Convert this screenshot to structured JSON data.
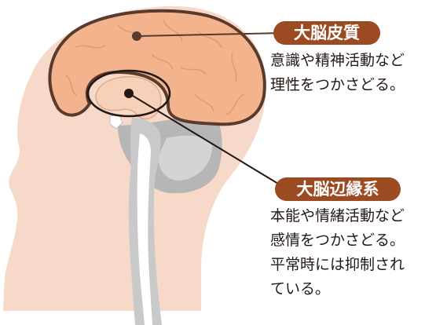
{
  "callouts": [
    {
      "label": "大脳皮質",
      "lines": [
        "意識や精神活動など",
        "理性をつかさどる。"
      ]
    },
    {
      "label": "大脳辺縁系",
      "lines": [
        "本能や情緒活動など",
        "感情をつかさどる。",
        "平常時には抑制され",
        "ている。"
      ]
    }
  ]
}
